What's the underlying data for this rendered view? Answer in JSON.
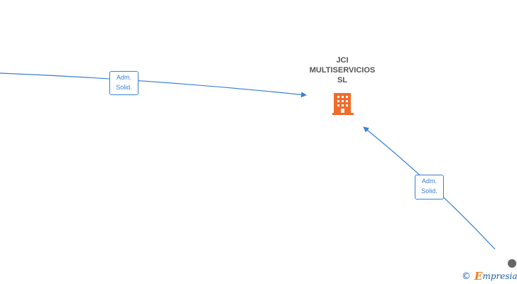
{
  "company": {
    "name": "JCI\nMULTISERVICIOS\nSL",
    "icon": "building-icon",
    "icon_color": "#f26b2a"
  },
  "edges": [
    {
      "role_line1": "Adm.",
      "role_line2": "Solid."
    },
    {
      "role_line1": "Adm.",
      "role_line2": "Solid."
    }
  ],
  "colors": {
    "edge": "#3a80d6",
    "node_text": "#555555"
  },
  "watermark": {
    "symbol": "©",
    "brand_initial": "E",
    "brand_rest": "mpresia"
  }
}
